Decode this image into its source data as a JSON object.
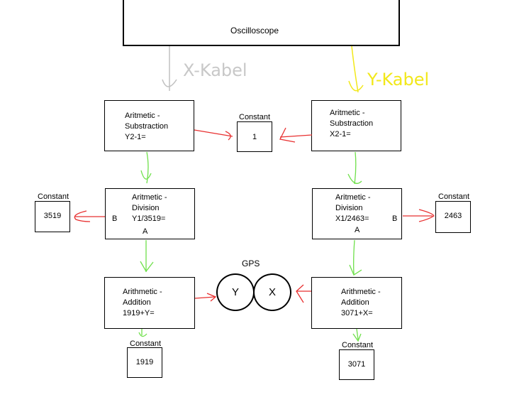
{
  "oscilloscope": {
    "label": "Oscilloscope"
  },
  "cables": {
    "x": {
      "label": "X-Kabel",
      "color": "#c0c0c0"
    },
    "y": {
      "label": "Y-Kabel",
      "color": "#f2e81a"
    }
  },
  "colors": {
    "data_flow": "#6ee04a",
    "constant_link": "#e83030"
  },
  "blocks": {
    "sub_y": {
      "lines": [
        "Aritmetic -",
        "Substraction",
        "Y2-1="
      ]
    },
    "sub_x": {
      "lines": [
        "Aritmetic -",
        "Substraction",
        "X2-1="
      ]
    },
    "div_y": {
      "lines": [
        "Aritmetic -",
        "Division",
        "Y1/3519="
      ],
      "port_a": "A",
      "port_b": "B"
    },
    "div_x": {
      "lines": [
        "Aritmetic -",
        "Division",
        "X1/2463="
      ],
      "port_a": "A",
      "port_b": "B"
    },
    "add_y": {
      "lines": [
        "Arithmetic -",
        "Addition",
        "1919+Y="
      ]
    },
    "add_x": {
      "lines": [
        "Arithmetic -",
        "Addition",
        "3071+X="
      ]
    }
  },
  "constants": {
    "c1": {
      "title": "Constant",
      "value": "1"
    },
    "c3519": {
      "title": "Constant",
      "value": "3519"
    },
    "c2463": {
      "title": "Constant",
      "value": "2463"
    },
    "c1919": {
      "title": "Constant",
      "value": "1919"
    },
    "c3071": {
      "title": "Constant",
      "value": "3071"
    }
  },
  "gps": {
    "title": "GPS",
    "y": "Y",
    "x": "X"
  }
}
